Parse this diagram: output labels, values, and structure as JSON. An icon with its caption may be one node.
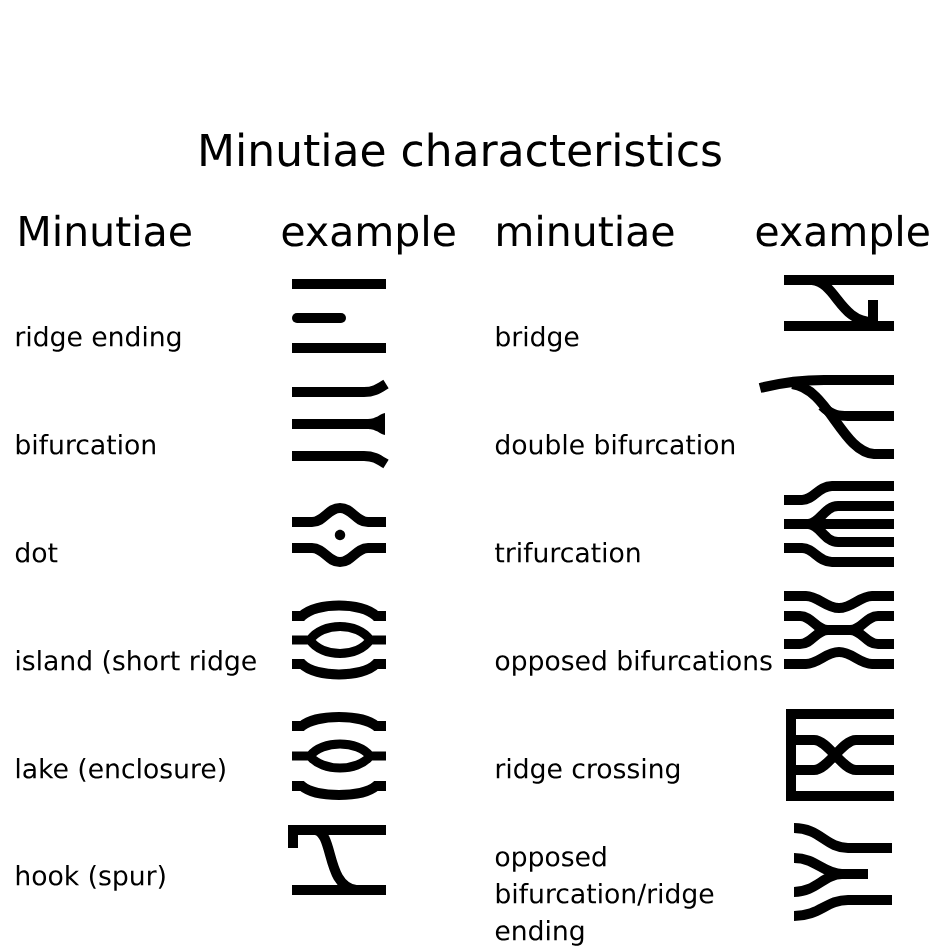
{
  "diagram": {
    "title": "Minutiae characteristics",
    "labels": [
      "Minutiae",
      "example",
      "minutiae",
      "example",
      "ridge ending",
      "bridge",
      "bifurcation",
      "double bifurcation",
      "dot",
      "trifurcation",
      "island (short ridge",
      "opposed bifurcations",
      "lake (enclosure)",
      "ridge crossing",
      "hook (spur)",
      "opposed bifurcation/ridge ending"
    ]
  }
}
